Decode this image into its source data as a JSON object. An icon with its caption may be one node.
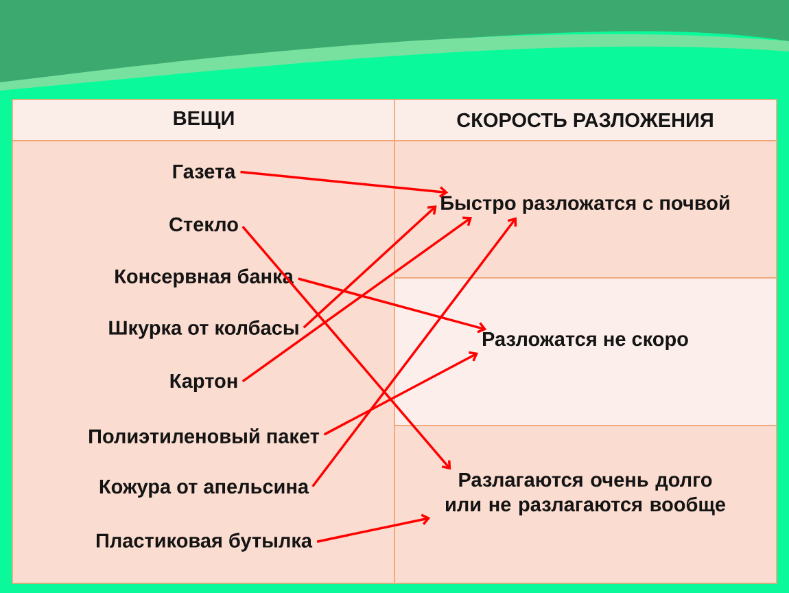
{
  "diagram": {
    "nodes": [
      {
        "text": [
          "Газета"
        ]
      },
      {
        "text": [
          "Стекло"
        ]
      },
      {
        "text": [
          "Консервная банка"
        ]
      },
      {
        "text": [
          "Шкурка от колбасы"
        ]
      },
      {
        "text": [
          "Картон"
        ]
      },
      {
        "text": [
          "Полиэтиленовый пакет"
        ]
      },
      {
        "text": [
          "Кожура от апельсина"
        ]
      },
      {
        "text": [
          "Пластиковая бутылка"
        ]
      },
      {
        "text": [
          "Быстро разложатся с почвой"
        ]
      },
      {
        "text": [
          "Разложатся не скоро"
        ]
      },
      {
        "text": [
          "Разлагаются очень долго или не разлагаются вообще"
        ]
      }
    ],
    "edges": [
      {
        "from": 0,
        "to": 8,
        "arrow": "to"
      },
      {
        "from": 1,
        "to": 10,
        "arrow": "to"
      },
      {
        "from": 2,
        "to": 9,
        "arrow": "to"
      },
      {
        "from": 3,
        "to": 8,
        "arrow": "to"
      },
      {
        "from": 4,
        "to": 8,
        "arrow": "to"
      },
      {
        "from": 5,
        "to": 9,
        "arrow": "to"
      },
      {
        "from": 6,
        "to": 8,
        "arrow": "to"
      },
      {
        "from": 7,
        "to": 10,
        "arrow": "to"
      }
    ],
    "labels": [
      "ВЕЩИ",
      "СКОРОСТЬ РАЗЛОЖЕНИЯ"
    ]
  }
}
